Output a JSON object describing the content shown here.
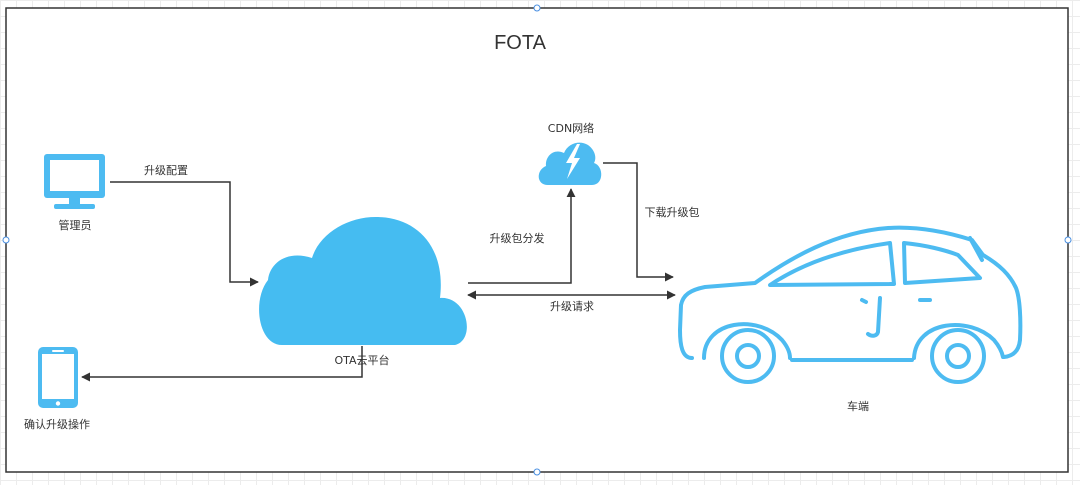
{
  "diagram": {
    "title": "FOTA",
    "nodes": {
      "admin": {
        "label": "管理员",
        "icon": "monitor-icon"
      },
      "mobile": {
        "label": "确认升级操作",
        "icon": "smartphone-icon"
      },
      "ota_cloud": {
        "label": "OTA云平台",
        "icon": "cloud-icon"
      },
      "cdn": {
        "label": "CDN网络",
        "icon": "cloud-lightning-icon"
      },
      "vehicle": {
        "label": "车端",
        "icon": "car-icon"
      }
    },
    "edges": {
      "upgrade_config": "升级配置",
      "package_distribute": "升级包分发",
      "download_package": "下载升级包",
      "upgrade_request": "升级请求"
    }
  },
  "colors": {
    "icon_blue": "#4dbbf1",
    "line": "#333333",
    "frame": "#333333"
  }
}
